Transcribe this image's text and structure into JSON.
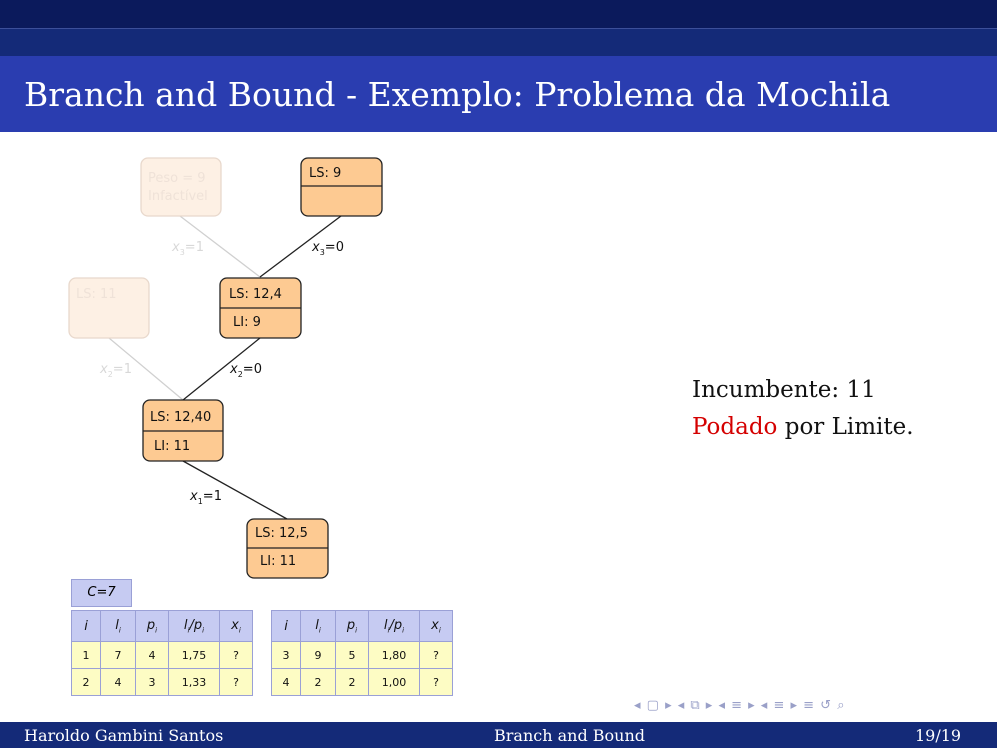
{
  "slide": {
    "title": "Branch and Bound - Exemplo: Problema da Mochila"
  },
  "tree": {
    "nodes": {
      "infeasible": {
        "line1": "Peso = 9",
        "line2": "Infactível"
      },
      "ls9": {
        "upper": "LS: 9",
        "lower": ""
      },
      "ls11": {
        "upper": "LS: 11",
        "lower": ""
      },
      "ls12_4": {
        "upper": "LS: 12,4",
        "lower": "LI: 9"
      },
      "ls12_40": {
        "upper": "LS: 12,40",
        "lower": "LI: 11"
      },
      "ls12_5": {
        "upper": "LS: 12,5",
        "lower": "LI: 11"
      }
    },
    "edges": {
      "x3_1": {
        "var": "x",
        "sub": "3",
        "val": "=1"
      },
      "x3_0": {
        "var": "x",
        "sub": "3",
        "val": "=0"
      },
      "x2_1": {
        "var": "x",
        "sub": "2",
        "val": "=1"
      },
      "x2_0": {
        "var": "x",
        "sub": "2",
        "val": "=0"
      },
      "x1_1": {
        "var": "x",
        "sub": "1",
        "val": "=1"
      }
    }
  },
  "status": {
    "incumbent": "Incumbente: 11",
    "pruned": "Podado",
    "pruned_rest": "por Limite."
  },
  "capacity": "C=7",
  "tables": {
    "headers": [
      "i",
      "l_i",
      "p_i",
      "l_i/p_i",
      "x_i"
    ],
    "left": [
      [
        "1",
        "7",
        "4",
        "1,75",
        "?"
      ],
      [
        "2",
        "4",
        "3",
        "1,33",
        "?"
      ]
    ],
    "right": [
      [
        "3",
        "9",
        "5",
        "1,80",
        "?"
      ],
      [
        "4",
        "2",
        "2",
        "1,00",
        "?"
      ]
    ]
  },
  "nav_symbols": "◂ ▢ ▸ ◂ ⧉ ▸ ◂ ≡ ▸ ◂ ≡ ▸ ≡ ↺ ⌕",
  "footer": {
    "author": "Haroldo Gambini Santos",
    "section": "Branch and Bound",
    "page": "19/19"
  },
  "colors": {
    "node_fill": "#fdca92",
    "header_blue": "#2a3db0",
    "table_header": "#c6cbf2",
    "table_cell": "#fdfcc4",
    "pruned_red": "#d40000"
  }
}
